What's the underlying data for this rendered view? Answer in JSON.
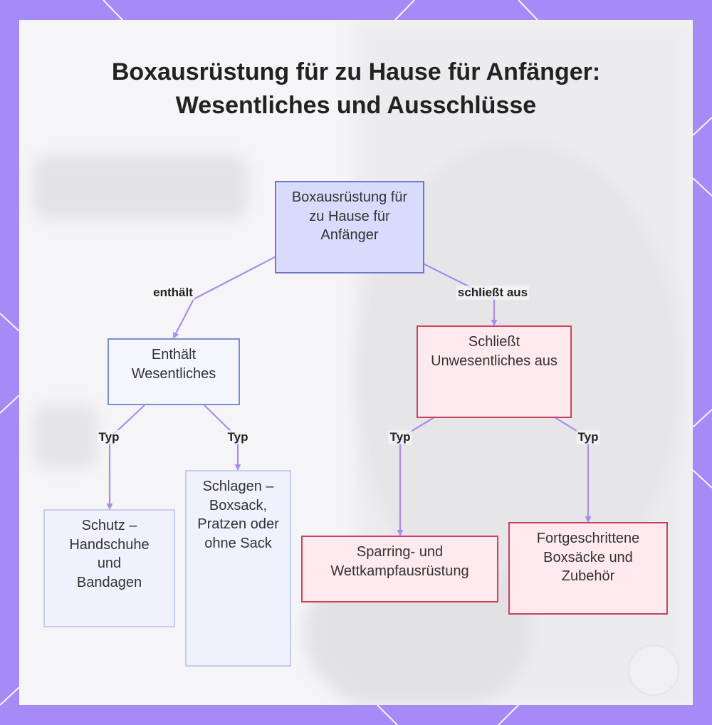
{
  "title": "Boxausrüstung für zu Hause für Anfänger: Wesentliches und Ausschlüsse",
  "nodes": {
    "root": "Boxausrüstung für zu Hause für Anfänger",
    "essentials": "Enthält Wesentliches",
    "excludes": "Schließt Unwesentliches aus",
    "protection": "Schutz – Handschuhe und Bandagen",
    "hitting": "Schlagen – Boxsack, Pratzen oder ohne Sack",
    "sparring": "Sparring- und Wettkampfausrüstung",
    "advanced": "Fortgeschrittene Boxsäcke und Zubehör"
  },
  "edges": {
    "contains": "enthält",
    "excludes": "schließt aus",
    "type_1": "Typ",
    "type_2": "Typ",
    "type_3": "Typ",
    "type_4": "Typ"
  },
  "colors": {
    "frame": "#a68bf7",
    "edge": "#a98de8",
    "root_fill": "#d8dbfb",
    "include_border": "#7a8fce",
    "exclude_fill": "#fde9ee",
    "exclude_border": "#c8435e"
  }
}
